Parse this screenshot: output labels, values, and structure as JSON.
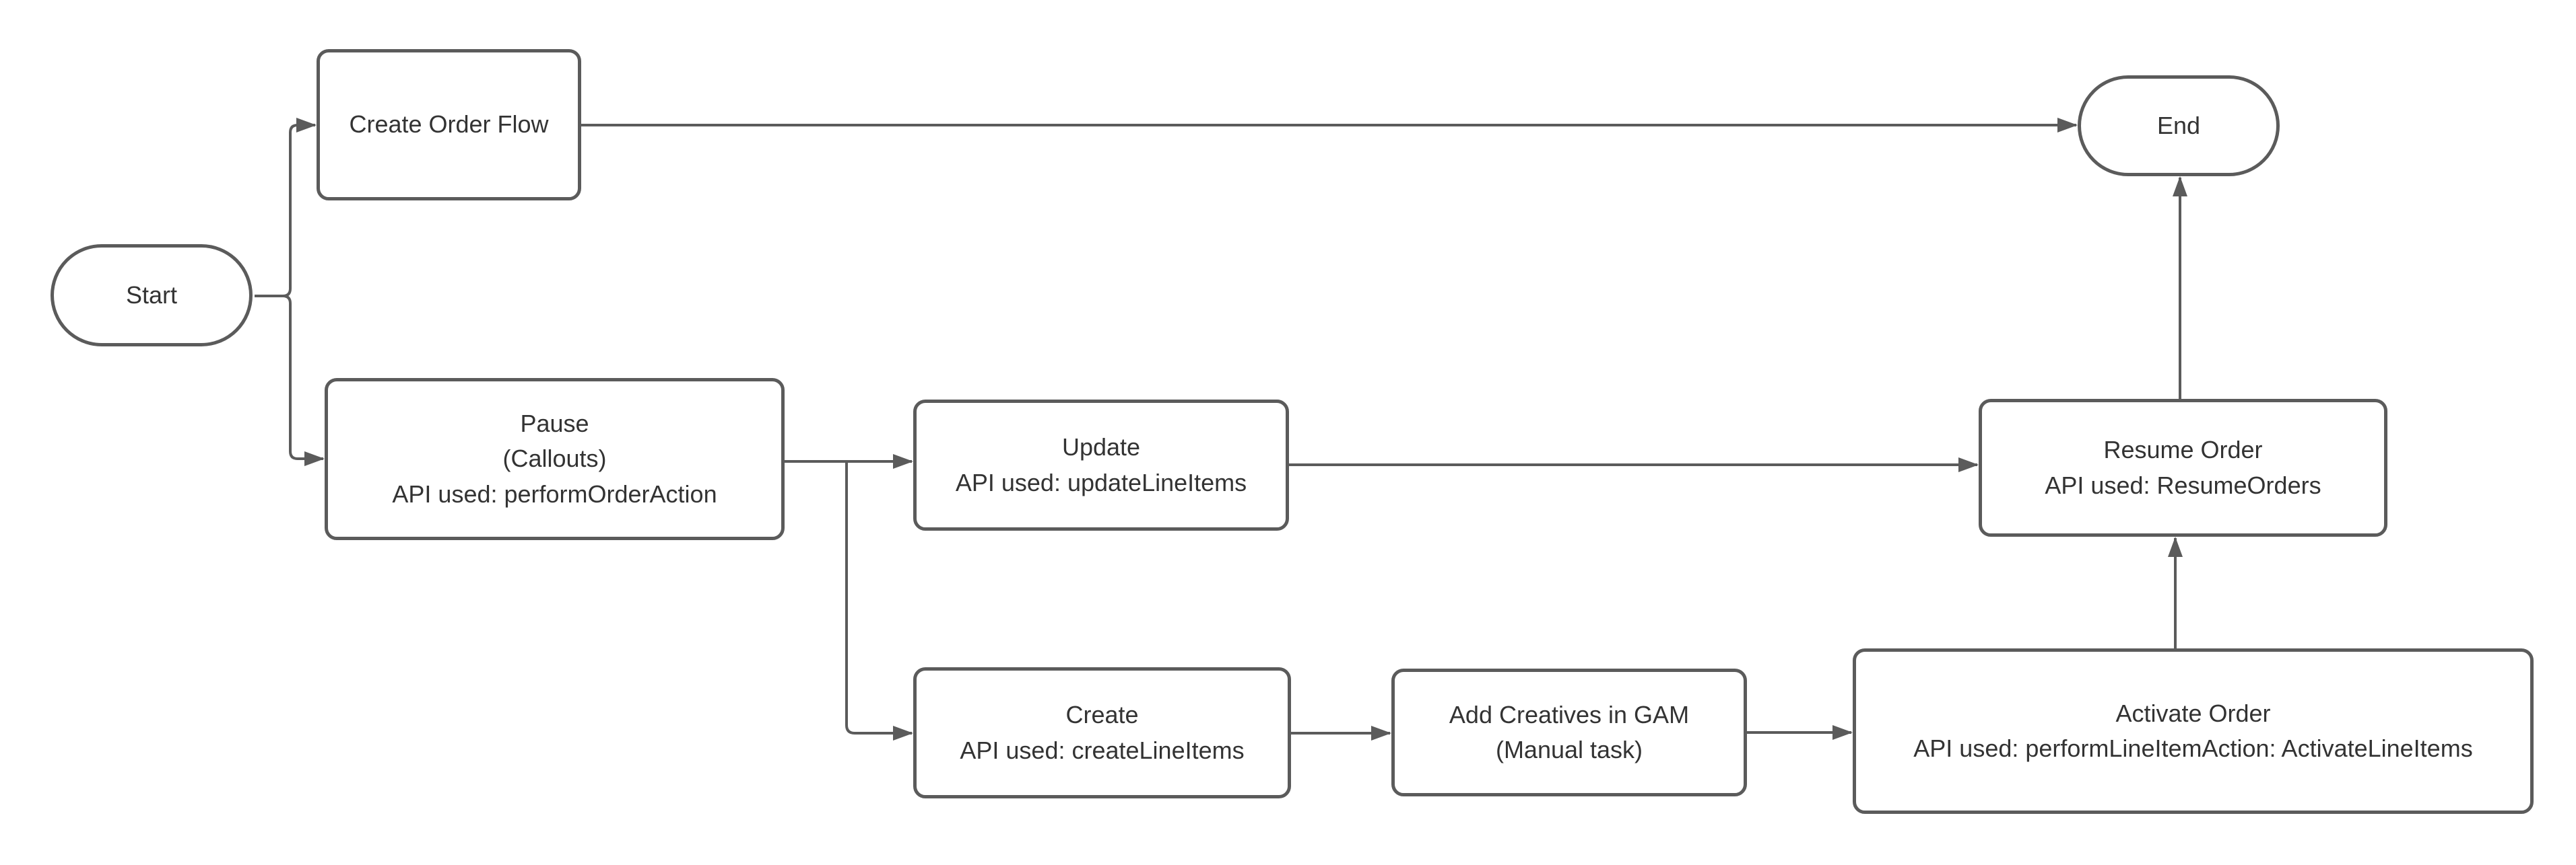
{
  "diagram": {
    "type": "flowchart",
    "background_color": "#ffffff",
    "stroke_color": "#5b5b5b",
    "text_color": "#333333",
    "nodes": {
      "start": {
        "shape": "terminator",
        "lines": [
          "Start"
        ]
      },
      "create_order_flow": {
        "shape": "process",
        "lines": [
          "Create Order Flow"
        ]
      },
      "end": {
        "shape": "terminator",
        "lines": [
          "End"
        ]
      },
      "pause": {
        "shape": "process",
        "lines": [
          "Pause",
          "(Callouts)",
          "API used: performOrderAction"
        ]
      },
      "update": {
        "shape": "process",
        "lines": [
          "Update",
          "API used: updateLineItems"
        ]
      },
      "create": {
        "shape": "process",
        "lines": [
          "Create",
          "API used: createLineItems"
        ]
      },
      "add_creatives": {
        "shape": "process",
        "lines": [
          "Add Creatives in GAM",
          "(Manual task)"
        ]
      },
      "activate_order": {
        "shape": "process",
        "lines": [
          "Activate Order",
          "API used: performLineItemAction: ActivateLineItems"
        ]
      },
      "resume_order": {
        "shape": "process",
        "lines": [
          "Resume Order",
          "API used: ResumeOrders"
        ]
      }
    },
    "edges": [
      {
        "from": "start",
        "to": "create_order_flow"
      },
      {
        "from": "start",
        "to": "pause"
      },
      {
        "from": "create_order_flow",
        "to": "end"
      },
      {
        "from": "pause",
        "to": "update"
      },
      {
        "from": "pause",
        "to": "create"
      },
      {
        "from": "update",
        "to": "resume_order"
      },
      {
        "from": "create",
        "to": "add_creatives"
      },
      {
        "from": "add_creatives",
        "to": "activate_order"
      },
      {
        "from": "activate_order",
        "to": "resume_order"
      },
      {
        "from": "resume_order",
        "to": "end"
      }
    ]
  }
}
